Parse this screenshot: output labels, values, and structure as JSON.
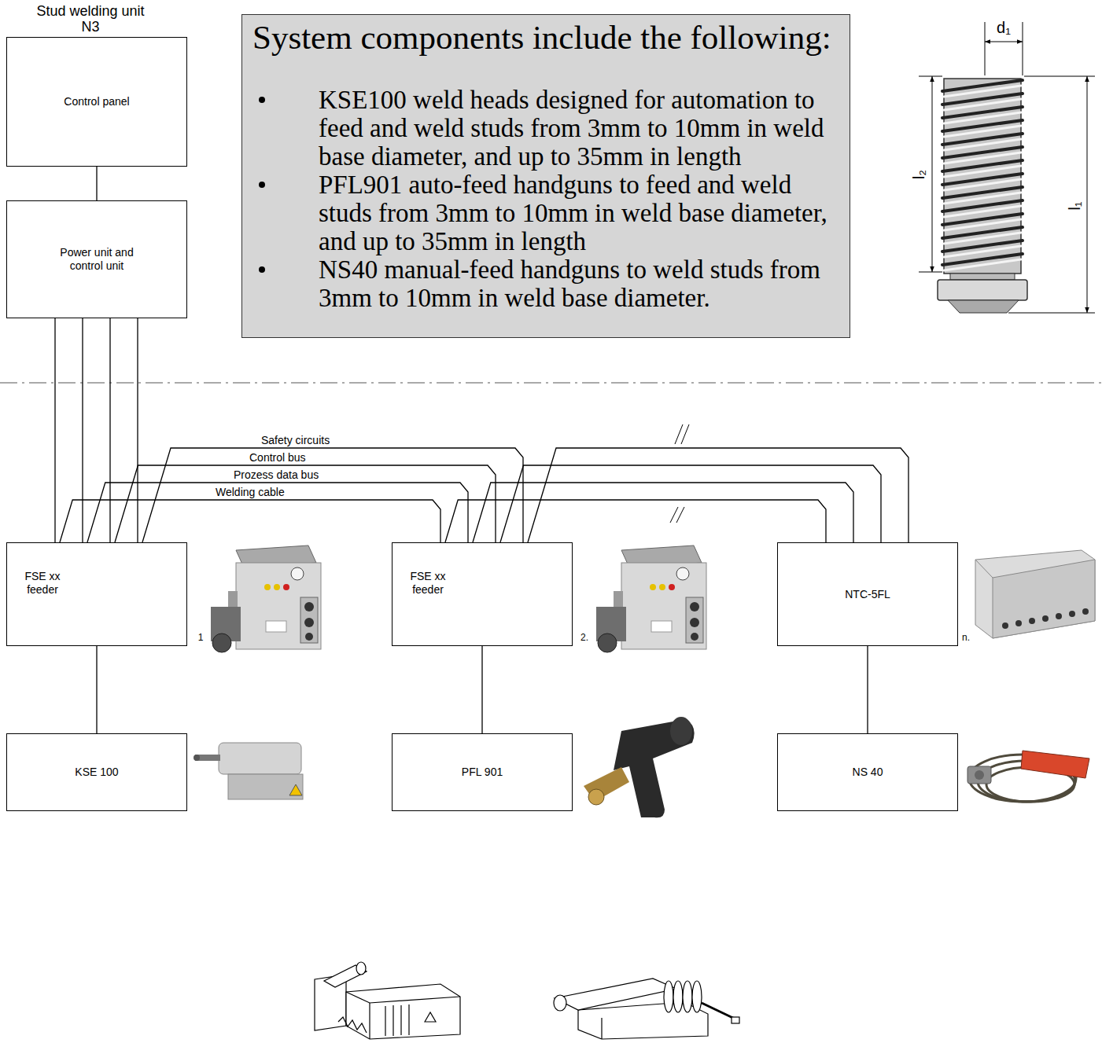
{
  "diagram": {
    "title": "Stud welding unit N3",
    "nodes": [
      {
        "text": [
          "Control panel"
        ]
      },
      {
        "text": [
          "System components include the following:",
          "KSE100 weld heads designed for automation to feed and weld studs from 3mm to 10mm in weld base diameter, and up to 35mm in length",
          "PFL901 auto-feed handguns to feed and weld studs from 3mm to 10mm in weld base diameter, and up to 35mm in length",
          "NS40 manual-feed handguns to weld studs from 3mm to 10mm in weld base diameter."
        ]
      },
      {
        "text": [
          "Power unit and control unit"
        ]
      },
      {
        "text": [
          "FSE xx feeder"
        ]
      },
      {
        "text": [
          "FSE xx feeder"
        ]
      },
      {
        "text": [
          "NTC-5FL"
        ]
      },
      {
        "text": [
          "KSE 100"
        ]
      },
      {
        "text": [
          "PFL 901"
        ]
      },
      {
        "text": [
          "NS 40"
        ]
      }
    ],
    "edges": [
      {
        "from": 0,
        "to": 2,
        "arrow": "none"
      },
      {
        "from": 2,
        "to": 3,
        "arrow": "none"
      },
      {
        "from": 2,
        "to": 3,
        "arrow": "none"
      },
      {
        "from": 2,
        "to": 3,
        "arrow": "none"
      },
      {
        "from": 2,
        "to": 3,
        "arrow": "none"
      },
      {
        "from": 3,
        "to": 4,
        "label": "Safety circuits",
        "arrow": "none"
      },
      {
        "from": 3,
        "to": 4,
        "label": "Control bus",
        "arrow": "none"
      },
      {
        "from": 3,
        "to": 4,
        "label": "Prozess data bus",
        "arrow": "none"
      },
      {
        "from": 3,
        "to": 4,
        "label": "Welding cable",
        "arrow": "none"
      },
      {
        "from": 4,
        "to": 5,
        "arrow": "none"
      },
      {
        "from": 4,
        "to": 5,
        "arrow": "none"
      },
      {
        "from": 4,
        "to": 5,
        "arrow": "none"
      },
      {
        "from": 4,
        "to": 5,
        "arrow": "none"
      },
      {
        "from": 3,
        "to": 6,
        "arrow": "none"
      },
      {
        "from": 4,
        "to": 7,
        "arrow": "none"
      },
      {
        "from": 5,
        "to": 8,
        "arrow": "none"
      }
    ],
    "labels": [
      "d₁",
      "l₂",
      "l₁",
      "1",
      "2.",
      "n."
    ]
  }
}
